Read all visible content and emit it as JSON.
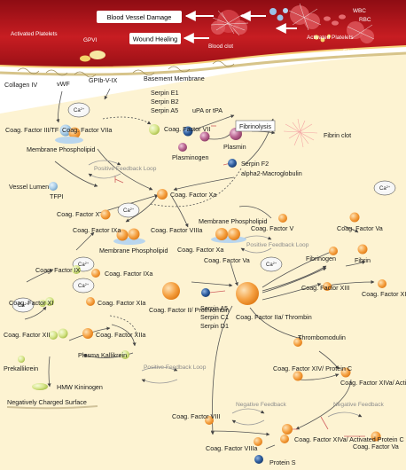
{
  "banner": {
    "vessel_damage": "Blood Vessel Damage",
    "wound_healing": "Wound Healing",
    "wbc": "WBC",
    "rbc": "RBC",
    "activated_platelets_top": "Activated Platelets",
    "blood_clot": "Blood clot",
    "fibrin_clot_top": "Fibrin clot",
    "activated_platelets_left": "Activated Platelets",
    "gpvi": "GPVI"
  },
  "membrane": {
    "collagen": "Collagen IV",
    "vwf": "vWF",
    "gpib": "GPIb-V-IX",
    "basement": "Basement Membrane"
  },
  "ca": "Ca",
  "ca_sup": "2+",
  "labels": {
    "factor_vii": "Coag. Factor VII",
    "factor_iii_tf": "Coag. Factor III/TF",
    "factor_viia": "Coag. Factor VIIa",
    "membrane_phospholipid_1": "Membrane Phospholipid",
    "positive_feedback_1": "Positive Feedback Loop",
    "tfpi": "TFPI",
    "serpins_top": [
      "Serpin E1",
      "Serpin B2",
      "Serpin A5"
    ],
    "upa_tpa": "uPA or tPA",
    "fibrinolysis": "Fibrinolysis",
    "plasmin": "Plasmin",
    "plasminogen": "Plasminogen",
    "fibrin_clot": "Fibrin clot",
    "serpin_f2": "Serpin F2",
    "alpha2_macroglobulin": "alpha2-Macroglobulin",
    "vessel_lumen": "Vessel Lumen",
    "factor_xa_top": "Coag. Factor Xa",
    "factor_x": "Coag. Factor X",
    "factor_ixa_1": "Coag. Factor IXa",
    "factor_viiia_1": "Coag. Factor VIIIa",
    "membrane_phospholipid_2": "Membrane Phospholipid",
    "factor_ix": "Coag. Factor IX",
    "factor_ixa_2": "Coag. Factor IXa",
    "membrane_phospholipid_3": "Membrane Phospholipid",
    "factor_xa_mid": "Coag. Factor Xa",
    "factor_va_mid": "Coag. Factor Va",
    "positive_feedback_2": "Positive Feedback Loop",
    "factor_v": "Coag. Factor V",
    "factor_va_right": "Coag. Factor Va",
    "fibrinogen": "Fibrinogen",
    "fibrin": "Fibrin",
    "factor_xi": "Coag. Factor XI",
    "factor_xia": "Coag. Factor XIa",
    "prothrombin": "Coag. Factor II/ Prothrombin",
    "serpins_mid": [
      "Serpin A5",
      "Serpin C1",
      "Serpin D1"
    ],
    "thrombin": "Coag. Factor IIa/ Thrombin",
    "factor_xiii": "Coag. Factor XIII",
    "factor_xiiia": "Coag. Factor XIIIa",
    "factor_xii": "Coag. Factor XII",
    "factor_xiia": "Coag. Factor XIIa",
    "plasma_kallikrein": "Plasma Kallikrein",
    "prekallikrein": "Prekallikrein",
    "hmw_kininogen": "HMW Kininogen",
    "negatively_charged": "Negatively Charged Surface",
    "positive_feedback_3": "Positive Feedback Loop",
    "thrombomodulin": "Thrombomodulin",
    "protein_c": "Coag. Factor XIV/ Protein C",
    "factor_xiva_activated_c": "Coag. Factor XIVa/ Activated Protein C",
    "negative_feedback_1": "Negative Feedback",
    "negative_feedback_2": "Negative Feedback",
    "factor_viii": "Coag. Factor VIII",
    "factor_viiia_2": "Coag. Factor VIIIa",
    "factor_xiva_2": "Coag. Factor XIVa/ Activated Protein C",
    "factor_va_bottom": "Coag. Factor Va",
    "protein_s": "Protein S"
  },
  "colors": {
    "vessel_red": "#b8141c",
    "lumen_cream": "#fdf3d2",
    "orange_node": "#f5a142",
    "green_node": "#d6e58a",
    "purple_node": "#b8628f",
    "blue_node": "#2e5d9e",
    "light_blue_node": "#a9cde8"
  }
}
